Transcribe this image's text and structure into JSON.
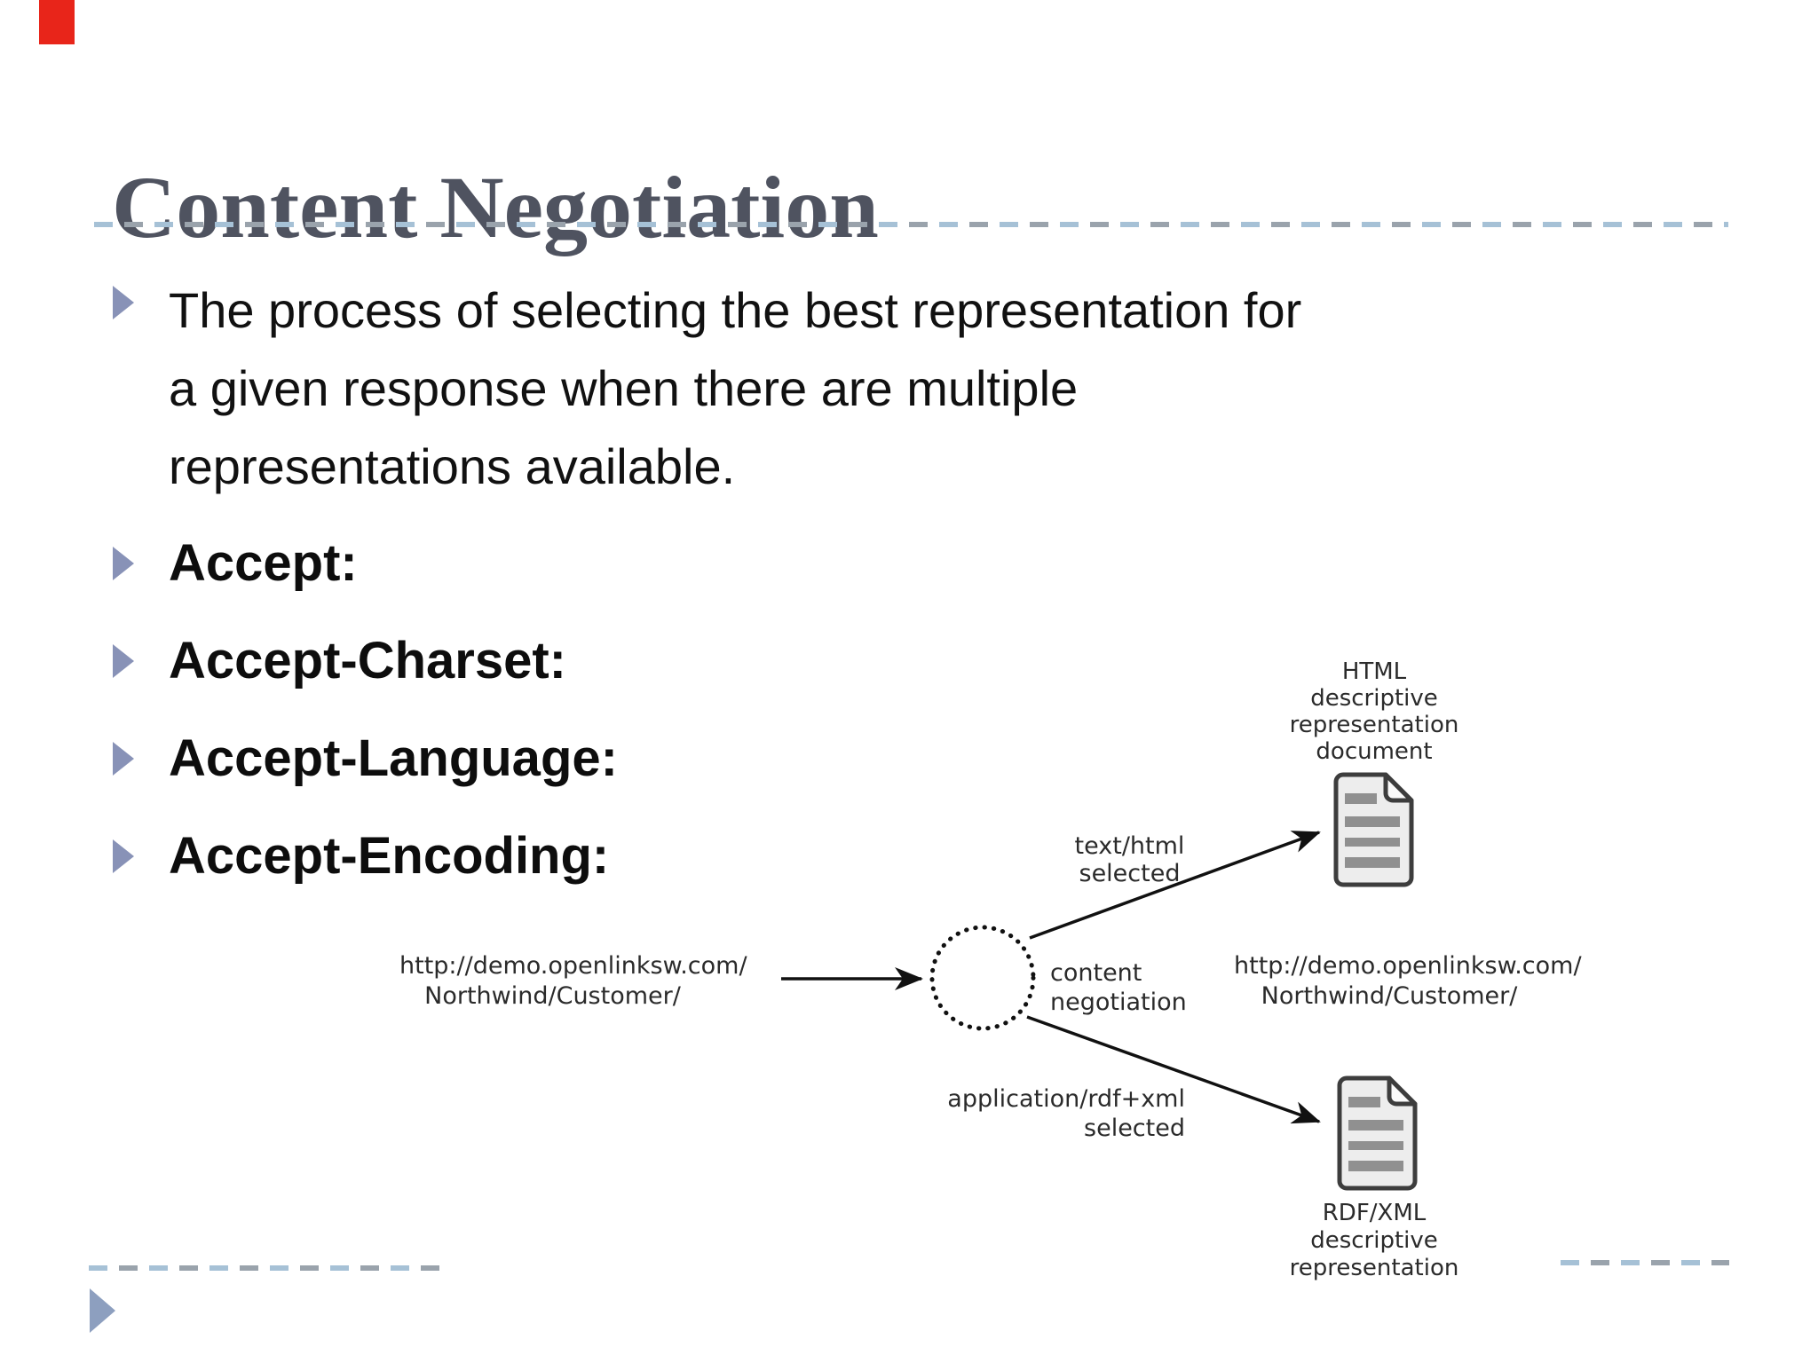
{
  "slide": {
    "title": "Content Negotiation",
    "bullets": {
      "intro_lines": [
        "The process of selecting the best representation for",
        "a given response when there are multiple",
        "representations available."
      ],
      "headers": [
        "Accept:",
        "Accept-Charset:",
        "Accept-Language:",
        "Accept-Encoding:"
      ]
    },
    "diagram": {
      "request_url": {
        "line1": "http://demo.openlinksw.com/",
        "line2": "Northwind/Customer/"
      },
      "node": {
        "line1": "content",
        "line2": "negotiation"
      },
      "html_branch": {
        "line1": "text/html",
        "line2": "selected"
      },
      "html_doc_label": {
        "line1": "HTML",
        "line2": "descriptive",
        "line3": "representation",
        "line4": "document"
      },
      "result_url": {
        "line1": "http://demo.openlinksw.com/",
        "line2": "Northwind/Customer/"
      },
      "rdf_branch": {
        "line1": "application/rdf+xml",
        "line2": "selected"
      },
      "rdf_doc_label": {
        "line1": "RDF/XML",
        "line2": "descriptive",
        "line3": "representation"
      }
    }
  },
  "colors": {
    "accent-red": "#e8251a",
    "title-text": "#4f5360",
    "bullet-triangle": "#8892b7",
    "nav-triangle": "#8d9fbf",
    "dashed-rule": "#a6c1d6",
    "diagram-ink": "#2b2b2b"
  }
}
